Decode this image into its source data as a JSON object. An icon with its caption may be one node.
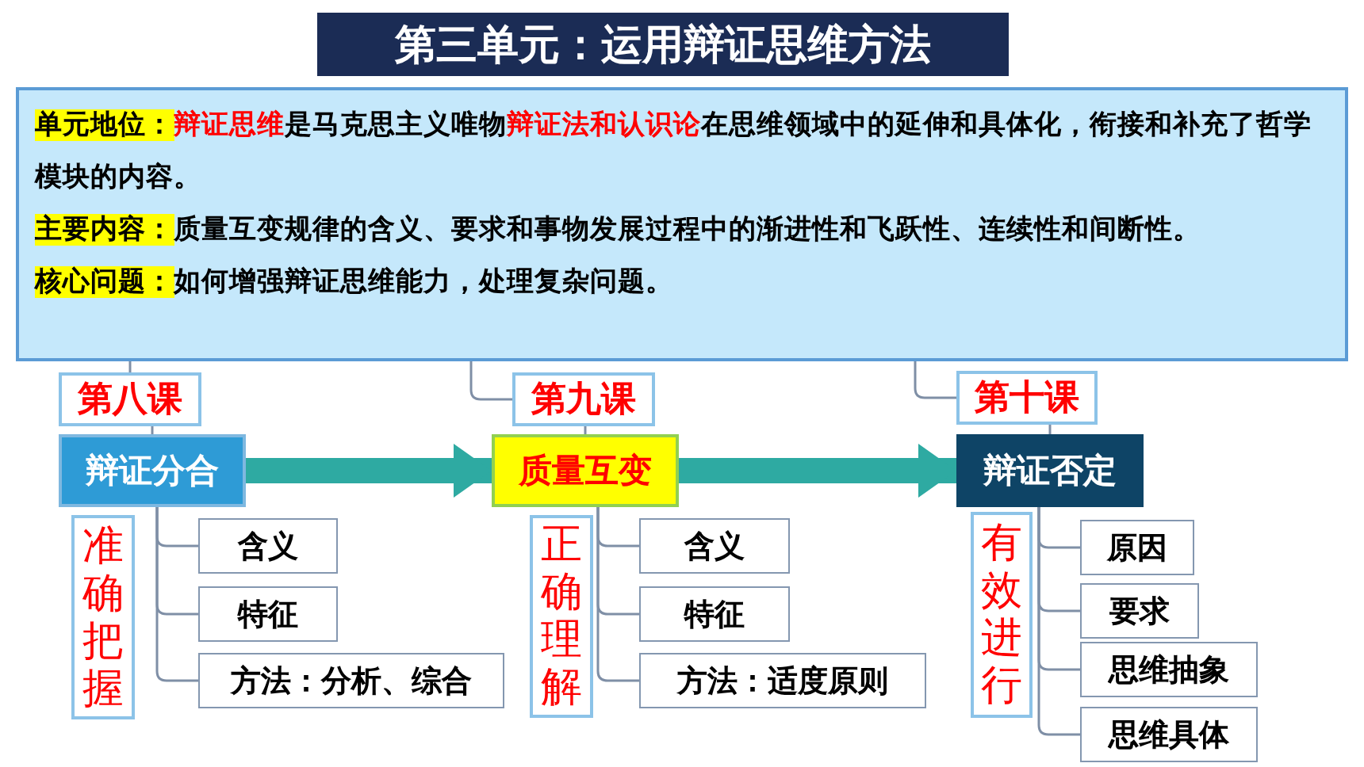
{
  "diagram": {
    "title": "第三单元：运用辩证思维方法",
    "nodes": [
      {
        "text": [
          "单元地位：",
          "**辩证思维**是马克思主义唯物**辩证法和认识论**在思维领域中的延伸和具体化，衔接和补充了哲学模块的内容。",
          "主要内容：",
          "质量互变规律的含义、要求和事物发展过程中的渐进性和飞跃性、连续性和间断性。",
          "核心问题：",
          "如何增强辩证思维能力，处理复杂问题。"
        ]
      },
      {
        "text": [
          "第八课"
        ]
      },
      {
        "text": [
          "辩证分合"
        ]
      },
      {
        "text": [
          "准确把握"
        ]
      },
      {
        "text": [
          "含义"
        ]
      },
      {
        "text": [
          "特征"
        ]
      },
      {
        "text": [
          "方法：分析、综合"
        ]
      },
      {
        "text": [
          "第九课"
        ]
      },
      {
        "text": [
          "质量互变"
        ]
      },
      {
        "text": [
          "正确理解"
        ]
      },
      {
        "text": [
          "含义"
        ]
      },
      {
        "text": [
          "特征"
        ]
      },
      {
        "text": [
          "方法：适度原则"
        ]
      },
      {
        "text": [
          "第十课"
        ]
      },
      {
        "text": [
          "辩证否定"
        ]
      },
      {
        "text": [
          "有效进行"
        ]
      },
      {
        "text": [
          "原因"
        ]
      },
      {
        "text": [
          "要求"
        ]
      },
      {
        "text": [
          "思维抽象"
        ]
      },
      {
        "text": [
          "思维具体"
        ]
      }
    ],
    "edges": [
      {
        "from": 0,
        "to": 1,
        "arrow": "none"
      },
      {
        "from": 0,
        "to": 7,
        "arrow": "none"
      },
      {
        "from": 0,
        "to": 13,
        "arrow": "none"
      },
      {
        "from": 1,
        "to": 2,
        "arrow": "none"
      },
      {
        "from": 7,
        "to": 8,
        "arrow": "none"
      },
      {
        "from": 13,
        "to": 14,
        "arrow": "none"
      },
      {
        "from": 2,
        "to": 4,
        "arrow": "none"
      },
      {
        "from": 2,
        "to": 5,
        "arrow": "none"
      },
      {
        "from": 2,
        "to": 6,
        "arrow": "none"
      },
      {
        "from": 2,
        "to": 8,
        "arrow": "to",
        "style": "thick",
        "color": "#2eaaa2"
      },
      {
        "from": 8,
        "to": 10,
        "arrow": "none"
      },
      {
        "from": 8,
        "to": 11,
        "arrow": "none"
      },
      {
        "from": 8,
        "to": 12,
        "arrow": "none"
      },
      {
        "from": 8,
        "to": 14,
        "arrow": "to",
        "style": "thick",
        "color": "#2eaaa2"
      },
      {
        "from": 14,
        "to": 16,
        "arrow": "none"
      },
      {
        "from": 14,
        "to": 17,
        "arrow": "none"
      },
      {
        "from": 14,
        "to": 18,
        "arrow": "none"
      },
      {
        "from": 14,
        "to": 19,
        "arrow": "none"
      }
    ]
  }
}
